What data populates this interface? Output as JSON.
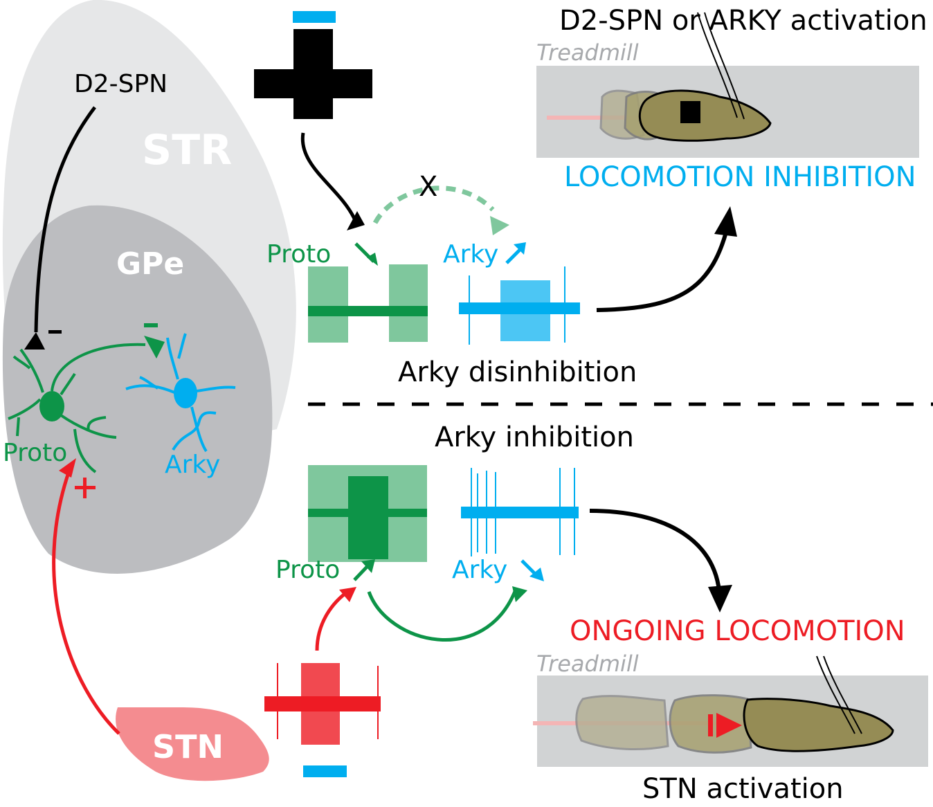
{
  "colors": {
    "proto": "#0d9448",
    "proto_light": "#7fc79d",
    "arky": "#00aeef",
    "stn": "#ed1c24",
    "stn_region": "#f48c90",
    "str_region": "#e6e7e8",
    "gpe_region": "#bcbdc0",
    "treadmill": "#d1d3d4",
    "mouse_body": "#958c55",
    "black": "#000000"
  },
  "left_panel": {
    "d2_spn_label": "D2-SPN",
    "str_label": "STR",
    "gpe_label": "GPe",
    "stn_label": "STN",
    "proto_label": "Proto",
    "arky_label": "Arky",
    "d2_to_proto_sign": "-",
    "proto_to_arky_sign": "-",
    "stn_to_proto_sign": "+"
  },
  "top_panel": {
    "title": "D2-SPN or ARKY activation",
    "treadmill_label": "Treadmill",
    "outcome": "LOCOMOTION INHIBITION",
    "blocked_marker": "X",
    "proto_label": "Proto",
    "proto_change": "decrease",
    "arky_label": "Arky",
    "arky_change": "increase",
    "caption": "Arky disinhibition"
  },
  "bottom_panel": {
    "caption_top": "Arky inhibition",
    "proto_label": "Proto",
    "proto_change": "increase",
    "arky_label": "Arky",
    "arky_change": "decrease",
    "outcome": "ONGOING LOCOMOTION",
    "treadmill_label": "Treadmill",
    "title": "STN activation"
  }
}
